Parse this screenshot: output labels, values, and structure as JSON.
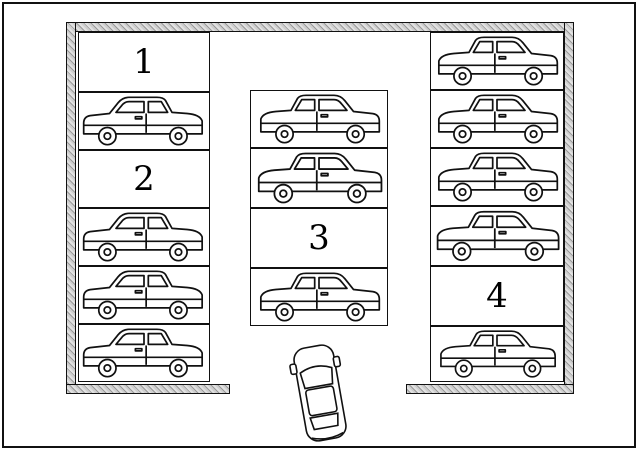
{
  "colors": {
    "ink": "#111111",
    "paper": "#ffffff",
    "wall_pattern": "#9a9a9a"
  },
  "icons": {
    "parked_car": "parked-car-icon",
    "incoming_car": "incoming-car-icon"
  },
  "columns": [
    {
      "name": "left-column",
      "slots": [
        {
          "type": "number",
          "label": "1"
        },
        {
          "type": "car"
        },
        {
          "type": "number",
          "label": "2"
        },
        {
          "type": "car"
        },
        {
          "type": "car"
        },
        {
          "type": "car"
        }
      ]
    },
    {
      "name": "middle-column",
      "slots": [
        {
          "type": "car"
        },
        {
          "type": "car"
        },
        {
          "type": "number",
          "label": "3"
        },
        {
          "type": "car"
        }
      ]
    },
    {
      "name": "right-column",
      "slots": [
        {
          "type": "car"
        },
        {
          "type": "car"
        },
        {
          "type": "car"
        },
        {
          "type": "car"
        },
        {
          "type": "number",
          "label": "4"
        },
        {
          "type": "car"
        }
      ]
    }
  ]
}
